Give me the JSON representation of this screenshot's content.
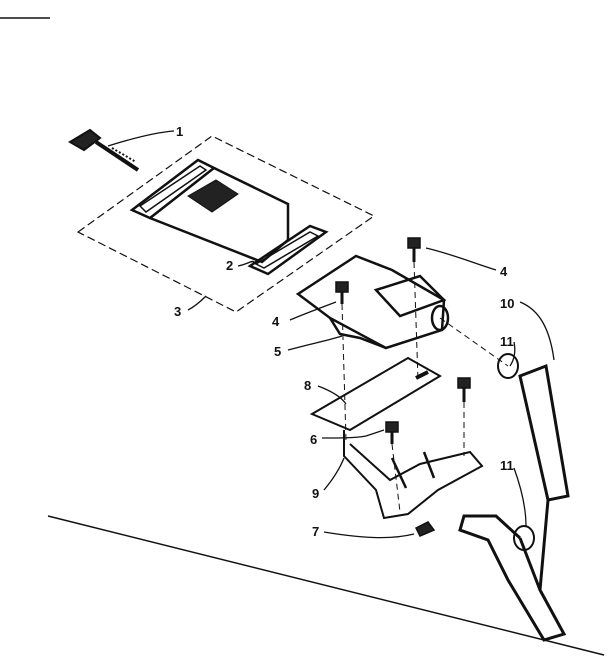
{
  "diagram": {
    "ink_color": "#111111",
    "background_color": "#ffffff",
    "callouts": [
      "1",
      "2",
      "3",
      "4",
      "4",
      "5",
      "6",
      "7",
      "8",
      "9",
      "10",
      "11",
      "11"
    ],
    "parts": [
      "valve-handle",
      "filter-frame",
      "filter-pad",
      "filter-assembly-outline",
      "water-manifold",
      "mounting-screw",
      "screw",
      "gasket",
      "deflector-plate",
      "mounting-bracket",
      "clip",
      "drain-hose",
      "hose-clamp"
    ]
  }
}
